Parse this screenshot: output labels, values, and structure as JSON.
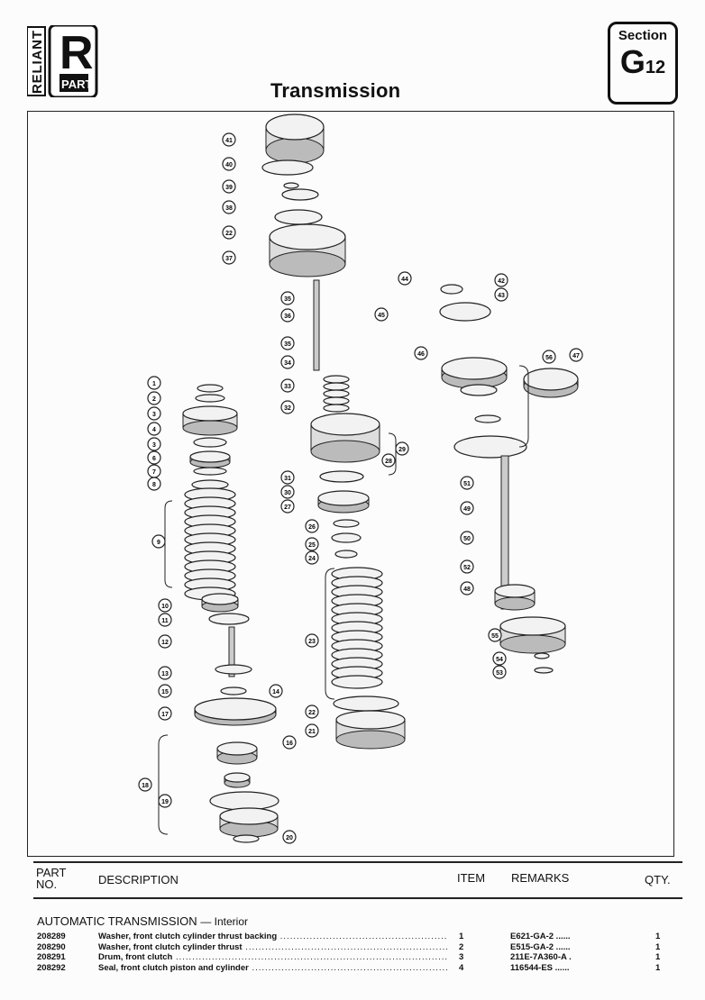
{
  "header": {
    "logo_text": "RELIANT",
    "logo_letter": "R",
    "logo_sub": "PART",
    "title": "Transmission",
    "section_label": "Section",
    "section_letter": "G",
    "section_number": "12"
  },
  "diagram": {
    "callouts": {
      "left": [
        "1",
        "2",
        "3",
        "4",
        "3",
        "6",
        "7",
        "8",
        "9",
        "10",
        "11",
        "12",
        "13",
        "15",
        "14",
        "17",
        "16",
        "18",
        "19",
        "20"
      ],
      "middle": [
        "41",
        "40",
        "39",
        "38",
        "22",
        "37",
        "35",
        "36",
        "35",
        "34",
        "33",
        "32",
        "29",
        "28",
        "31",
        "30",
        "27",
        "26",
        "25",
        "24",
        "23",
        "22",
        "21"
      ],
      "right": [
        "44",
        "42",
        "43",
        "45",
        "46",
        "56",
        "47",
        "51",
        "49",
        "50",
        "52",
        "48",
        "55",
        "54",
        "53"
      ]
    }
  },
  "table": {
    "headers": {
      "part_no": "PART NO.",
      "description": "DESCRIPTION",
      "item": "ITEM",
      "remarks": "REMARKS",
      "qty": "QTY."
    },
    "group_title": "AUTOMATIC TRANSMISSION",
    "group_subtitle": "— Interior",
    "rows": [
      {
        "part_no": "208289",
        "description": "Washer, front clutch cylinder thrust backing",
        "item": "1",
        "remarks": "E621-GA-2 ......",
        "qty": "1"
      },
      {
        "part_no": "208290",
        "description": "Washer, front clutch cylinder thrust",
        "item": "2",
        "remarks": "E515-GA-2 ......",
        "qty": "1"
      },
      {
        "part_no": "208291",
        "description": "Drum, front clutch",
        "item": "3",
        "remarks": "211E-7A360-A .",
        "qty": "1"
      },
      {
        "part_no": "208292",
        "description": "Seal, front clutch piston and cylinder",
        "item": "4",
        "remarks": "116544-ES ......",
        "qty": "1"
      }
    ]
  }
}
